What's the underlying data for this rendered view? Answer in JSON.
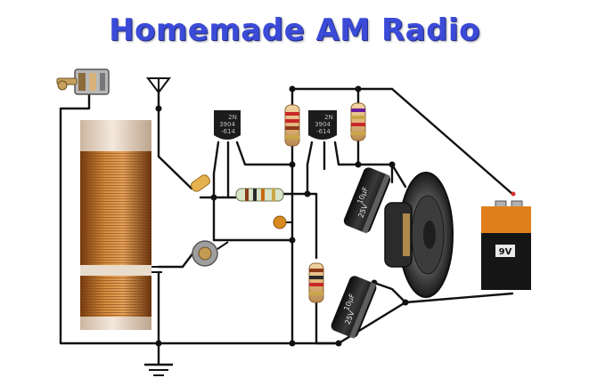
{
  "title": "Homemade AM Radio",
  "transistor_marking": [
    "2N",
    "3904",
    "-614"
  ],
  "capacitor_value": "10µF",
  "capacitor_voltage": "25V",
  "battery_label": "9V",
  "colors": {
    "title": "#3b4bd8",
    "wire": "#111111",
    "copper": "#b86a28",
    "tube": "#e9d7c4",
    "battery_orange": "#e0801c",
    "battery_black": "#151515",
    "capacitor": "#1a1a1a"
  },
  "icons": {
    "antenna": "antenna-icon",
    "ground": "ground-icon",
    "variable_capacitor": "tuning-capacitor-icon",
    "potentiometer": "potentiometer-icon",
    "speaker": "speaker-icon",
    "battery": "battery-icon"
  }
}
